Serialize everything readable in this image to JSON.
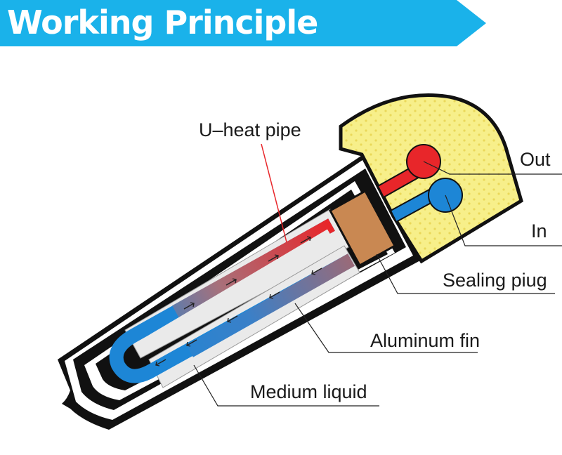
{
  "title": "Working Principle",
  "labels": {
    "heat_pipe": "U–heat pipe",
    "out": "Out",
    "in": "In",
    "sealing_plug": "Sealing piug",
    "aluminum_fin": "Aluminum fin",
    "medium_liquid": "Medium liquid"
  },
  "colors": {
    "banner": "#1ab2ea",
    "hot": "#e8262a",
    "cold": "#1d86d6",
    "foam": "#f7ef8a",
    "plug": "#c98852",
    "fin": "#eaeaea"
  }
}
